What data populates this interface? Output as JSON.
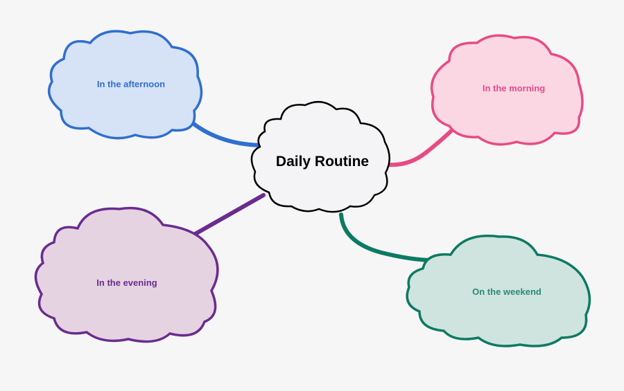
{
  "diagram": {
    "center": {
      "label": "Daily Routine",
      "fill": "#f4f4f6",
      "stroke": "#000000"
    },
    "nodes": [
      {
        "id": "afternoon",
        "label": "In the afternoon",
        "fill": "#d6e2f5",
        "stroke": "#2f6fd0",
        "text_color": "#2f6fd0"
      },
      {
        "id": "morning",
        "label": "In the morning",
        "fill": "#fbd7e3",
        "stroke": "#e84b84",
        "text_color": "#e84b84"
      },
      {
        "id": "evening",
        "label": "In the evening",
        "fill": "#e5d3e2",
        "stroke": "#6a2c8f",
        "text_color": "#6a2c8f"
      },
      {
        "id": "weekend",
        "label": "On the weekend",
        "fill": "#cfe4df",
        "stroke": "#0d7a63",
        "text_color": "#2a8b76"
      }
    ]
  }
}
